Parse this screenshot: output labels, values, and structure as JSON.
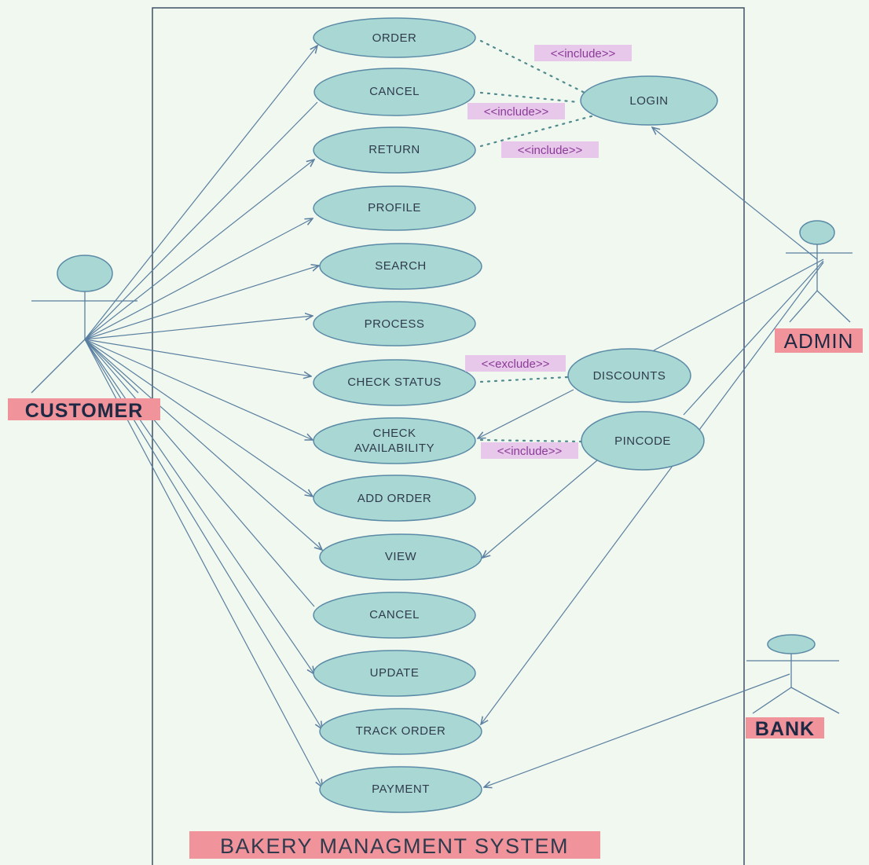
{
  "system": {
    "title": "BAKERY MANAGMENT SYSTEM"
  },
  "actors": {
    "customer": "CUSTOMER",
    "admin": "ADMIN",
    "bank": "BANK"
  },
  "use_cases": {
    "order": "ORDER",
    "cancel_top": "CANCEL",
    "return": "RETURN",
    "profile": "PROFILE",
    "search": "SEARCH",
    "process": "PROCESS",
    "check_status": "CHECK STATUS",
    "check_availability_line1": "CHECK",
    "check_availability_line2": "AVAILABILITY",
    "add_order": "ADD ORDER",
    "view": "VIEW",
    "cancel_bottom": "CANCEL",
    "update": "UPDATE",
    "track_order": "TRACK ORDER",
    "payment": "PAYMENT",
    "login": "LOGIN",
    "discounts": "DISCOUNTS",
    "pincode": "PINCODE"
  },
  "stereotypes": {
    "order_login": "<<include>>",
    "cancel_login": "<<include>>",
    "return_login": "<<include>>",
    "status_discounts": "<<exclude>>",
    "availability_pincode": "<<include>>"
  },
  "colors": {
    "usecase_fill": "#a9d8d4",
    "label_highlight": "#f0939b",
    "stereotype_highlight": "#e8c8ea",
    "background": "#f1f8ef"
  }
}
